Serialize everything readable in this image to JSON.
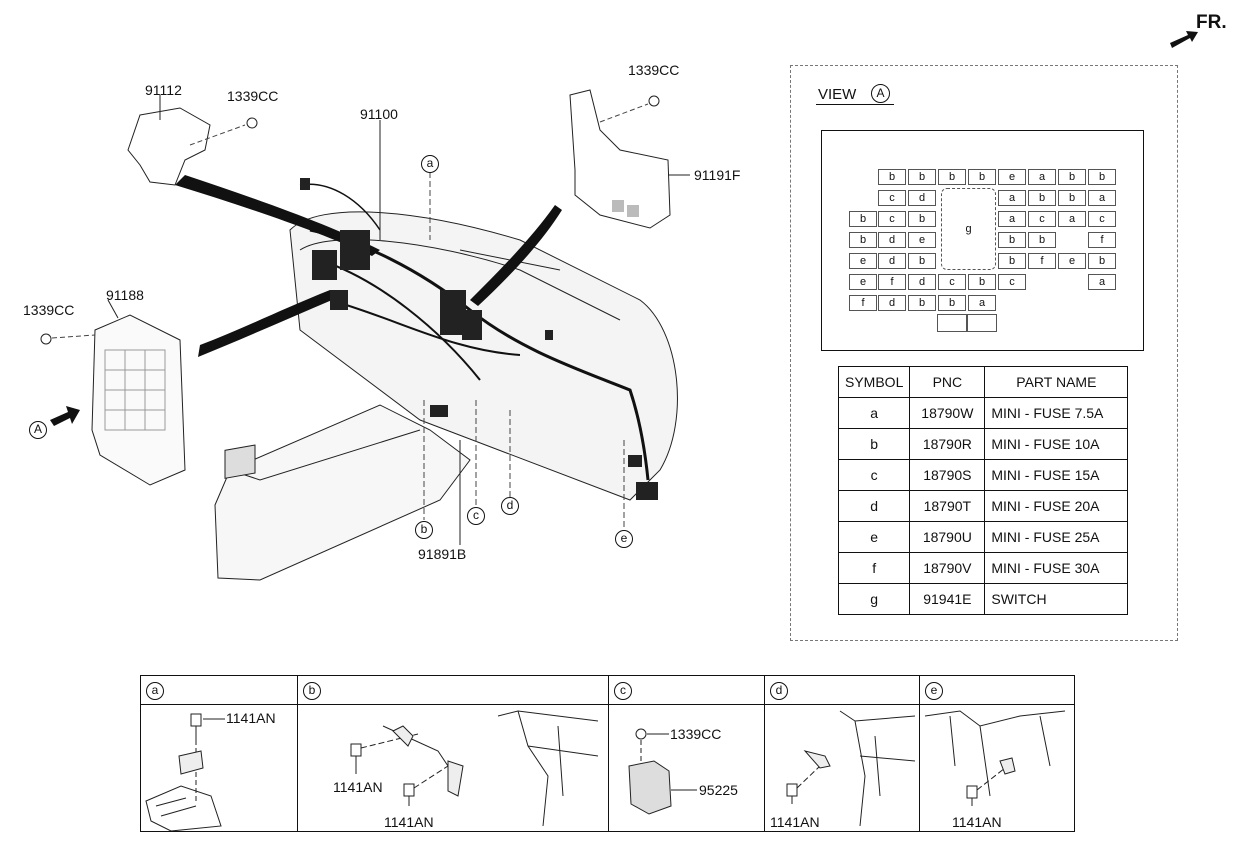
{
  "front_marker": "FR.",
  "main_labels": {
    "p91112": "91112",
    "p1339cc_top_left": "1339CC",
    "p91100": "91100",
    "p1339cc_top_right": "1339CC",
    "p91191f": "91191F",
    "p91188": "91188",
    "p1339cc_left": "1339CC",
    "view_a_marker": "A",
    "p91891b": "91891B",
    "callout_a": "a",
    "callout_b": "b",
    "callout_c": "c",
    "callout_d": "d",
    "callout_e": "e"
  },
  "view": {
    "title": "VIEW",
    "marker": "A",
    "switch_label": "g",
    "rows": [
      [
        "",
        "b",
        "b",
        "b",
        "b",
        "e",
        "a",
        "b",
        "b"
      ],
      [
        "",
        "c",
        "d",
        "",
        "",
        "a",
        "b",
        "b",
        "a"
      ],
      [
        "b",
        "c",
        "b",
        "",
        "",
        "a",
        "c",
        "a",
        "c"
      ],
      [
        "b",
        "d",
        "e",
        "",
        "",
        "b",
        "b",
        "",
        "f"
      ],
      [
        "e",
        "d",
        "b",
        "",
        "",
        "b",
        "f",
        "e",
        "b"
      ],
      [
        "e",
        "f",
        "d",
        "c",
        "b",
        "c",
        "",
        "",
        "a"
      ],
      [
        "f",
        "d",
        "b",
        "b",
        "a",
        "",
        "",
        "",
        ""
      ]
    ]
  },
  "legend": {
    "headers": [
      "SYMBOL",
      "PNC",
      "PART NAME"
    ],
    "rows": [
      {
        "symbol": "a",
        "pnc": "18790W",
        "name": "MINI - FUSE 7.5A"
      },
      {
        "symbol": "b",
        "pnc": "18790R",
        "name": "MINI - FUSE 10A"
      },
      {
        "symbol": "c",
        "pnc": "18790S",
        "name": "MINI - FUSE 15A"
      },
      {
        "symbol": "d",
        "pnc": "18790T",
        "name": "MINI - FUSE 20A"
      },
      {
        "symbol": "e",
        "pnc": "18790U",
        "name": "MINI - FUSE 25A"
      },
      {
        "symbol": "f",
        "pnc": "18790V",
        "name": "MINI - FUSE 30A"
      },
      {
        "symbol": "g",
        "pnc": "91941E",
        "name": "SWITCH"
      }
    ]
  },
  "details": [
    {
      "letter": "a",
      "labels": [
        "1141AN"
      ]
    },
    {
      "letter": "b",
      "labels": [
        "1141AN",
        "1141AN"
      ]
    },
    {
      "letter": "c",
      "labels": [
        "1339CC",
        "95225"
      ]
    },
    {
      "letter": "d",
      "labels": [
        "1141AN"
      ]
    },
    {
      "letter": "e",
      "labels": [
        "1141AN"
      ]
    }
  ]
}
